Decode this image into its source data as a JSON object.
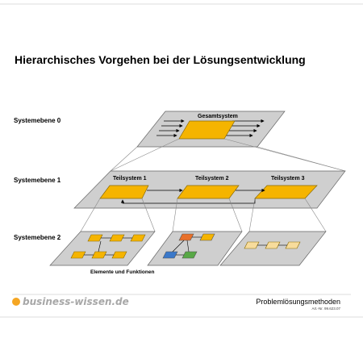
{
  "title": "Hierarchisches Vorgehen bei der Lösungsentwicklung",
  "levels": {
    "level0": "Systemebene 0",
    "level1": "Systemebene 1",
    "level2": "Systemebene 2"
  },
  "nodes": {
    "gesamtsystem": "Gesamtsystem",
    "teilsystem1": "Teilsystem 1",
    "teilsystem2": "Teilsystem 2",
    "teilsystem3": "Teilsystem 3",
    "elements_caption": "Elemente und Funktionen"
  },
  "footer": {
    "logo": "business-wissen.de",
    "topic": "Problemlösungsmethoden",
    "article": "Art.-Nr. 99.623.07"
  },
  "colors": {
    "plane": "#cfcfcf",
    "box": "#f5b400",
    "box_light": "#f7dc9c",
    "box_red": "#e8702a",
    "box_blue": "#3a78c9",
    "box_green": "#58a846",
    "logo_dot": "#f5a623"
  }
}
